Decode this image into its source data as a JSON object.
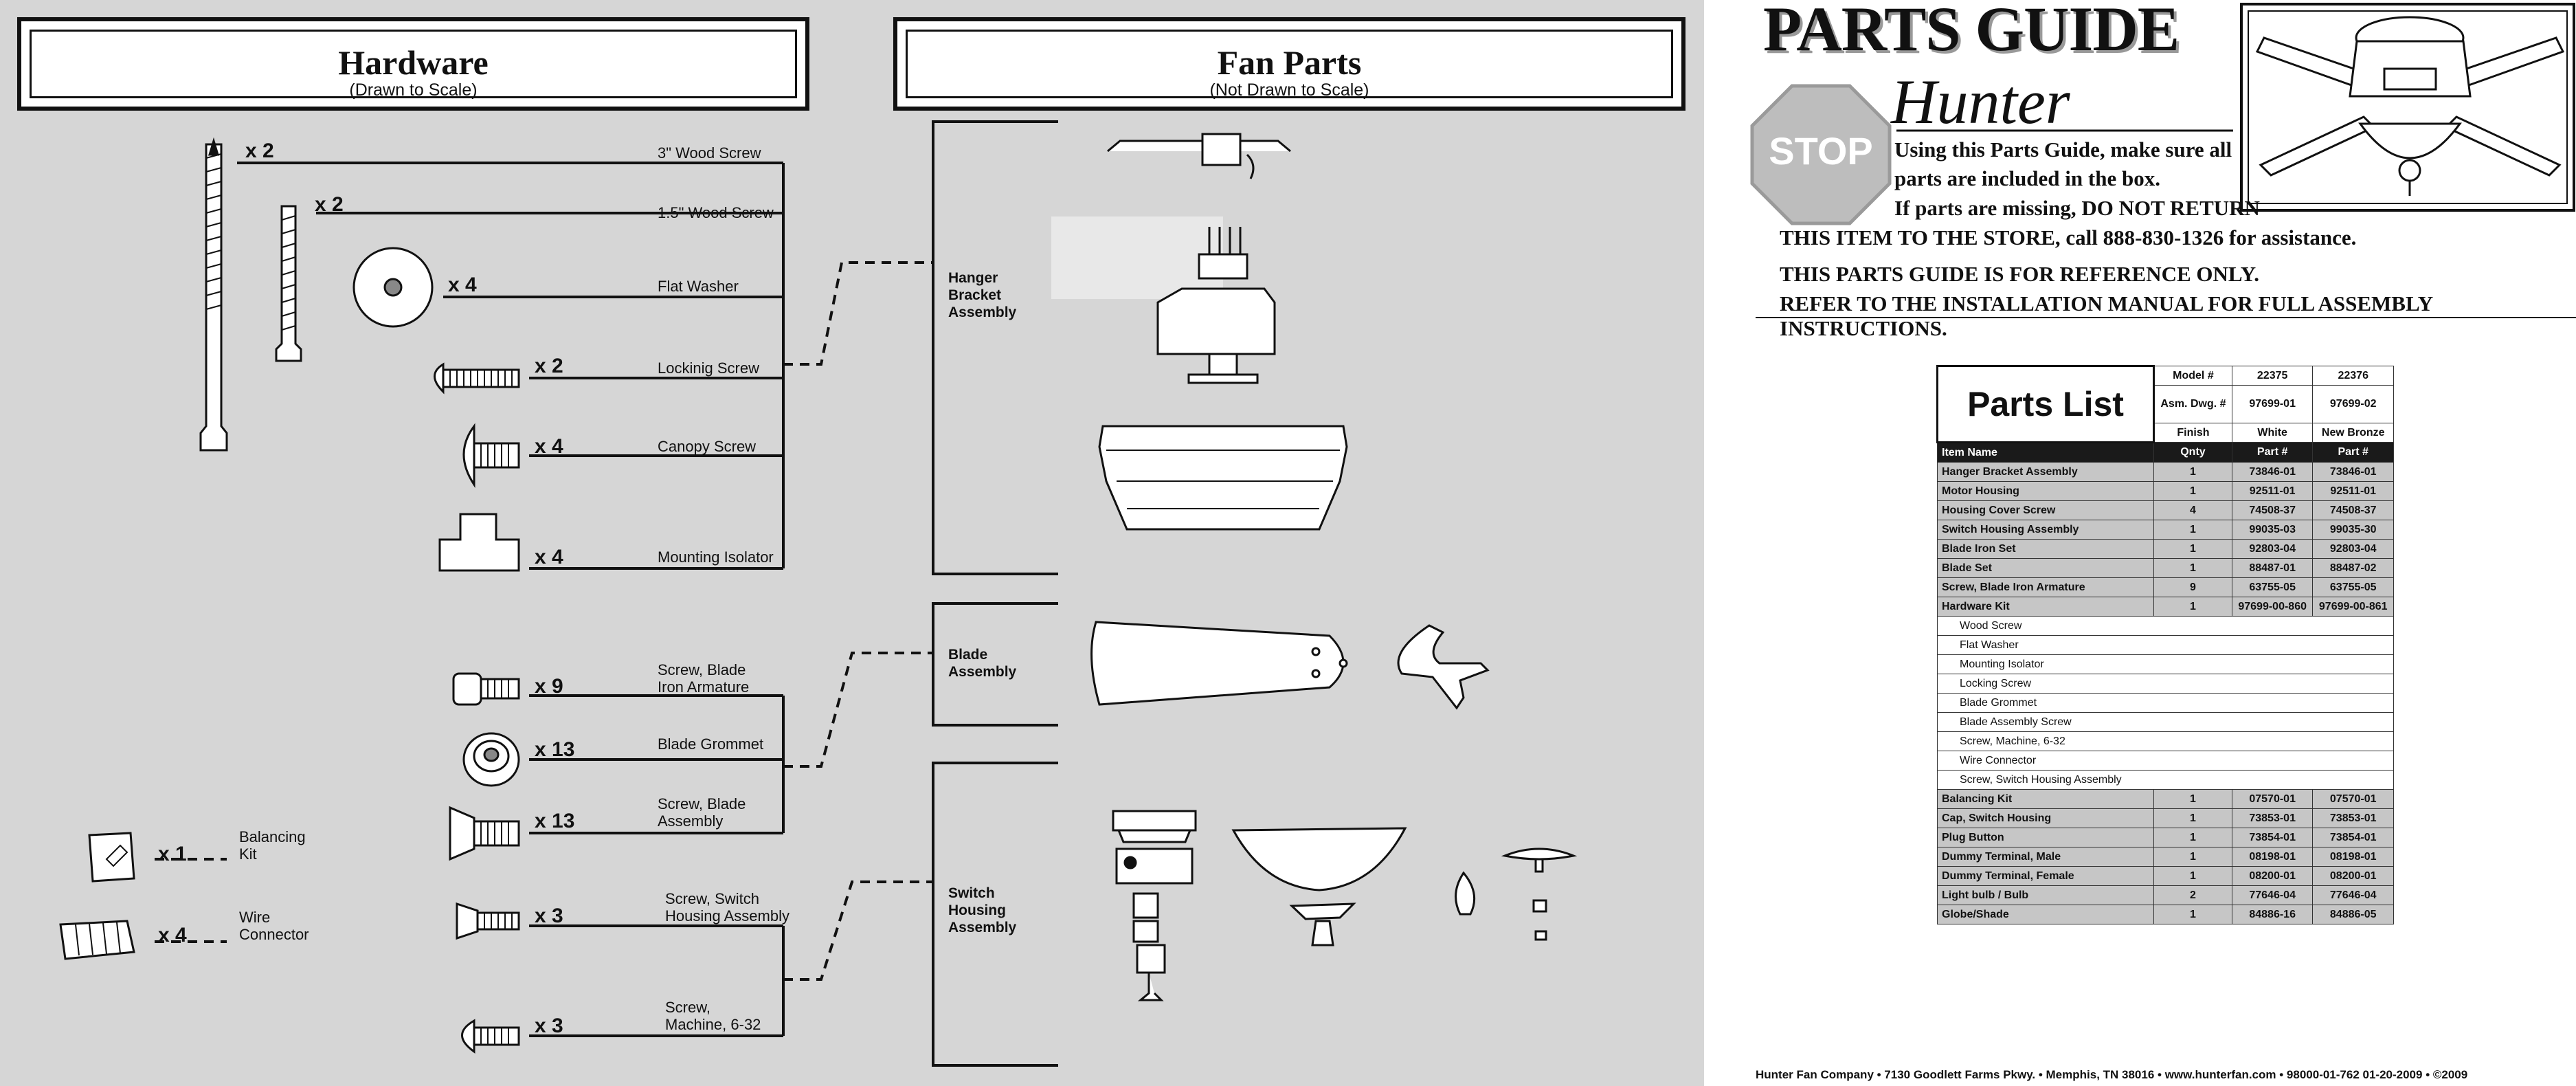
{
  "hardware": {
    "title": "Hardware",
    "subtitle": "(Drawn to Scale)",
    "items": [
      {
        "label": "3\" Wood Screw",
        "qty": "x 2"
      },
      {
        "label": "1.5\" Wood Screw",
        "qty": "x 2"
      },
      {
        "label": "Flat Washer",
        "qty": "x 4"
      },
      {
        "label": "Lockinig Screw",
        "qty": "x 2"
      },
      {
        "label": "Canopy Screw",
        "qty": "x 4"
      },
      {
        "label": "Mounting Isolator",
        "qty": "x 4"
      },
      {
        "label": "Screw, Blade Iron Armature",
        "qty": "x 9"
      },
      {
        "label": "Blade Grommet",
        "qty": "x 13"
      },
      {
        "label": "Screw, Blade Assembly",
        "qty": "x 13"
      },
      {
        "label": "Screw, Switch Housing Assembly",
        "qty": "x 3"
      },
      {
        "label": "Screw, Machine, 6-32",
        "qty": "x 3"
      },
      {
        "label": "Balancing Kit",
        "qty": "x 1"
      },
      {
        "label": "Wire Connector",
        "qty": "x 4"
      }
    ]
  },
  "fan_parts": {
    "title": "Fan Parts",
    "subtitle": "(Not Drawn to Scale)",
    "groups": [
      "Hanger Bracket Assembly",
      "Blade Assembly",
      "Switch Housing Assembly"
    ]
  },
  "guide": {
    "title": "PARTS GUIDE",
    "brand": "Hunter",
    "stop": "STOP",
    "lines": [
      "Using this Parts Guide, make sure all",
      "parts are included in the box.",
      "If parts are missing, DO NOT RETURN",
      "THIS ITEM TO THE STORE, call 888-830-1326 for assistance.",
      "THIS PARTS GUIDE IS FOR REFERENCE ONLY.",
      "REFER TO THE INSTALLATION MANUAL FOR FULL ASSEMBLY INSTRUCTIONS."
    ]
  },
  "parts_list": {
    "title": "Parts List",
    "model_label": "Model #",
    "models": [
      "22375",
      "22376"
    ],
    "asm_label": "Asm. Dwg. #",
    "asm": [
      "97699-01",
      "97699-02"
    ],
    "finish_label": "Finish",
    "finishes": [
      "White",
      "New Bronze"
    ],
    "columns": [
      "Item Name",
      "Qnty",
      "Part #",
      "Part #"
    ],
    "rows": [
      {
        "name": "Hanger Bracket Assembly",
        "qty": "1",
        "p1": "73846-01",
        "p2": "73846-01"
      },
      {
        "name": "Motor Housing",
        "qty": "1",
        "p1": "92511-01",
        "p2": "92511-01"
      },
      {
        "name": "Housing Cover Screw",
        "qty": "4",
        "p1": "74508-37",
        "p2": "74508-37"
      },
      {
        "name": "Switch Housing Assembly",
        "qty": "1",
        "p1": "99035-03",
        "p2": "99035-30"
      },
      {
        "name": "Blade Iron Set",
        "qty": "1",
        "p1": "92803-04",
        "p2": "92803-04"
      },
      {
        "name": "Blade Set",
        "qty": "1",
        "p1": "88487-01",
        "p2": "88487-02"
      },
      {
        "name": "Screw, Blade Iron Armature",
        "qty": "9",
        "p1": "63755-05",
        "p2": "63755-05"
      },
      {
        "name": "Hardware Kit",
        "qty": "1",
        "p1": "97699-00-860",
        "p2": "97699-00-861"
      }
    ],
    "kit_items": [
      "Wood Screw",
      "Flat Washer",
      "Mounting Isolator",
      "Locking Screw",
      "Blade Grommet",
      "Blade Assembly Screw",
      "Screw, Machine, 6-32",
      "Wire Connector",
      "Screw, Switch Housing Assembly"
    ],
    "rows2": [
      {
        "name": "Balancing Kit",
        "qty": "1",
        "p1": "07570-01",
        "p2": "07570-01"
      },
      {
        "name": "Cap, Switch Housing",
        "qty": "1",
        "p1": "73853-01",
        "p2": "73853-01"
      },
      {
        "name": "Plug Button",
        "qty": "1",
        "p1": "73854-01",
        "p2": "73854-01"
      },
      {
        "name": "Dummy Terminal, Male",
        "qty": "1",
        "p1": "08198-01",
        "p2": "08198-01"
      },
      {
        "name": "Dummy Terminal, Female",
        "qty": "1",
        "p1": "08200-01",
        "p2": "08200-01"
      },
      {
        "name": "Light bulb / Bulb",
        "qty": "2",
        "p1": "77646-04",
        "p2": "77646-04"
      },
      {
        "name": "Globe/Shade",
        "qty": "1",
        "p1": "84886-16",
        "p2": "84886-05"
      }
    ]
  },
  "footer": "Hunter Fan Company   •   7130 Goodlett Farms Pkwy.   •   Memphis, TN 38016   •   www.hunterfan.com   •   98000-01-762  01-20-2009   •   ©2009"
}
